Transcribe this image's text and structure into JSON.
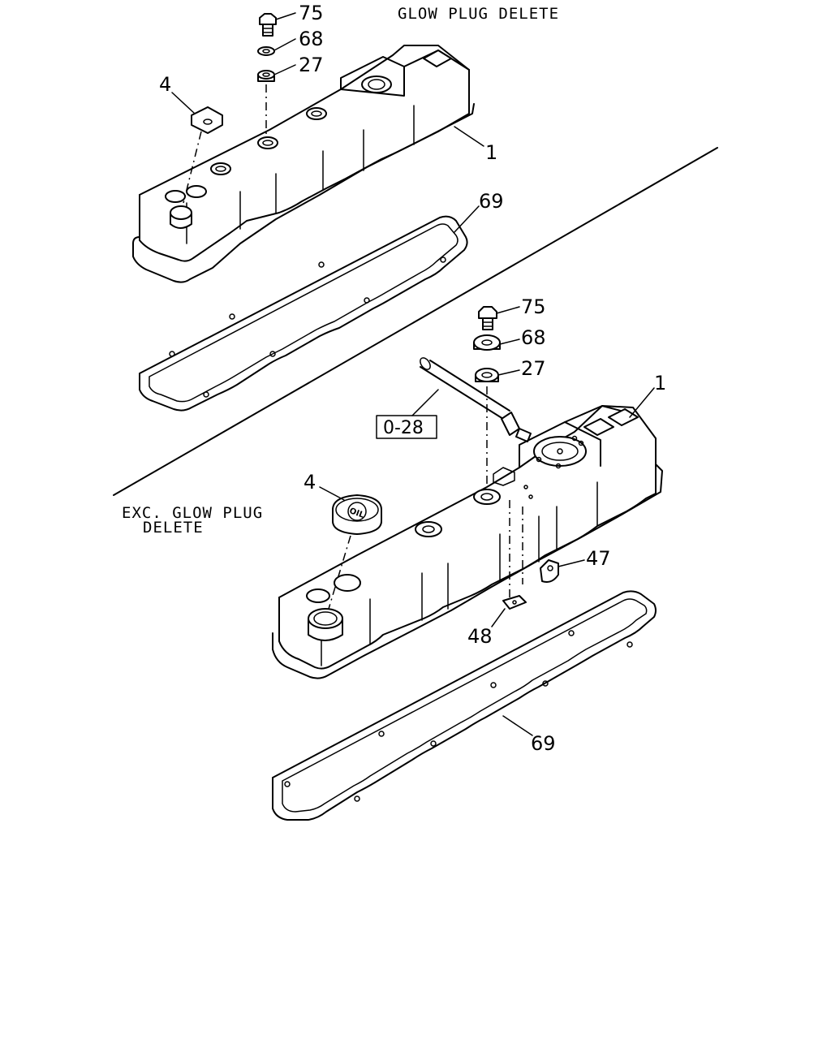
{
  "labels": {
    "top_heading": "GLOW PLUG DELETE",
    "lower_heading_line1": "EXC. GLOW PLUG",
    "lower_heading_line2": "DELETE",
    "reference_box": "0-28",
    "oil_cap_marking": "OIL"
  },
  "top_assembly": {
    "bolt": "75",
    "washer": "68",
    "grommet": "27",
    "oil_cap": "4",
    "head_cover": "1",
    "gasket": "69"
  },
  "bottom_assembly": {
    "bolt": "75",
    "washer": "68",
    "grommet": "27",
    "head_cover": "1",
    "oil_cap": "4",
    "bracket": "47",
    "clip": "48",
    "gasket": "69"
  }
}
